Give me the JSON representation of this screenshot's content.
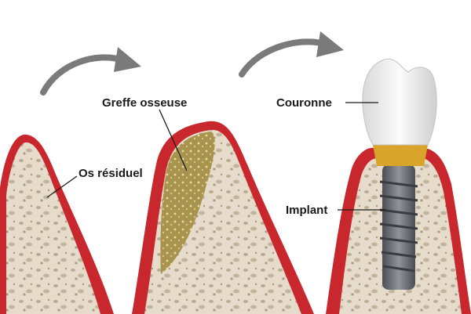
{
  "labels": {
    "residual_bone": "Os résiduel",
    "bone_graft": "Greffe osseuse",
    "crown": "Couronne",
    "implant": "Implant"
  },
  "colors": {
    "gum": "#c8282d",
    "gum_light": "#e05a5e",
    "bone": "#e7dccb",
    "bone_pore": "#bcae97",
    "graft": "#b3a060",
    "arrow": "#7a7a7a",
    "crown": "#f2f2f2",
    "collar": "#d8a52a",
    "implant_metal": "#6a6d72"
  },
  "icons": [
    "curved-arrow-icon",
    "curved-arrow-icon"
  ]
}
